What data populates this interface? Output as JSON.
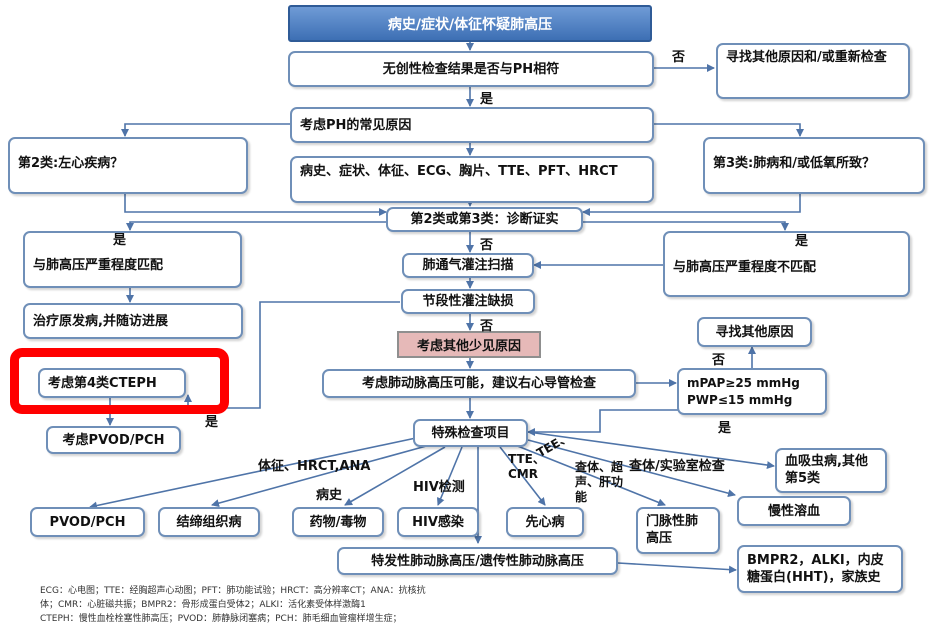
{
  "colors": {
    "box_border": "#6f8fb8",
    "title_fill": "#4a7cc0",
    "highlight_fill": "#e6b9b8",
    "red_frame": "#ff0000",
    "arrow": "#4f74a8"
  },
  "nodes": {
    "title": "病史/症状/体征怀疑肺高压",
    "noninvasive": "无创性检查结果是否与PH相符",
    "other_causes_recheck": "寻找其他原因和/或重新检查",
    "common_causes": "考虑PH的常见原因",
    "group2": "第2类:左心疾病？",
    "history_tests": "病史、症状、体征、ECG、胸片、TTE、PFT、HRCT",
    "group3": "第3类:肺病和/或低氧所致？",
    "confirm": "第2类或第3类：诊断证实",
    "match_severity": "与肺高压严重程度匹配",
    "vq_scan": "肺通气灌注扫描",
    "mismatch_severity": "与肺高压严重程度不匹配",
    "treat_primary": "治疗原发病,并随访进展",
    "segmental": "节段性灌注缺损",
    "rare_causes": "考虑其他少见原因",
    "find_other": "寻找其他原因",
    "cteph": "考虑第4类CTEPH",
    "pah_rhc": "考虑肺动脉高压可能，建议右心导管检查",
    "hemo_line1": "mPAP≥25 mmHg",
    "hemo_line2": "PWP≤15 mmHg",
    "special_tests": "特殊检查项目",
    "pvod_left": "考虑PVOD/PCH",
    "schisto": "血吸虫病,其他第5类",
    "pvod": "PVOD/PCH",
    "ctd": "结缔组织病",
    "drugs": "药物/毒物",
    "hiv": "HIV感染",
    "chd": "先心病",
    "portal": "门脉性肺高压",
    "hemolysis": "慢性溶血",
    "ipah": "特发性肺动脉高压/遗传性肺动脉高压",
    "genes": "BMPR2，ALKI，内皮糖蛋白(HHT)，家族史"
  },
  "labels": {
    "no1": "否",
    "yes1": "是",
    "yes_left": "是",
    "yes_right": "是",
    "no_vq": "否",
    "no_seg": "否",
    "yes_seg": "是",
    "no_hemo": "否",
    "yes_hemo": "是",
    "signs_hrct_ana": "体征、HRCT,ANA",
    "history": "病史",
    "hiv_test": "HIV检测",
    "tte_cmr": "TTE、CMR",
    "tee": "TEE、",
    "signs_us_lft": "查体、超声、肝功能",
    "exam_lab": "查体/实验室检查"
  },
  "footnotes": [
    "ECG：心电图；TTE：经胸超声心动图；PFT：肺功能试验；HRCT：高分辨率CT；ANA：抗核抗",
    "体；CMR：心脏磁共振；BMPR2：骨形成蛋白受体2；ALKI：活化素受体样激酶1",
    "CTEPH：慢性血栓栓塞性肺高压；PVOD：肺静脉闭塞病；PCH：肺毛细血管瘤样增生症；"
  ]
}
